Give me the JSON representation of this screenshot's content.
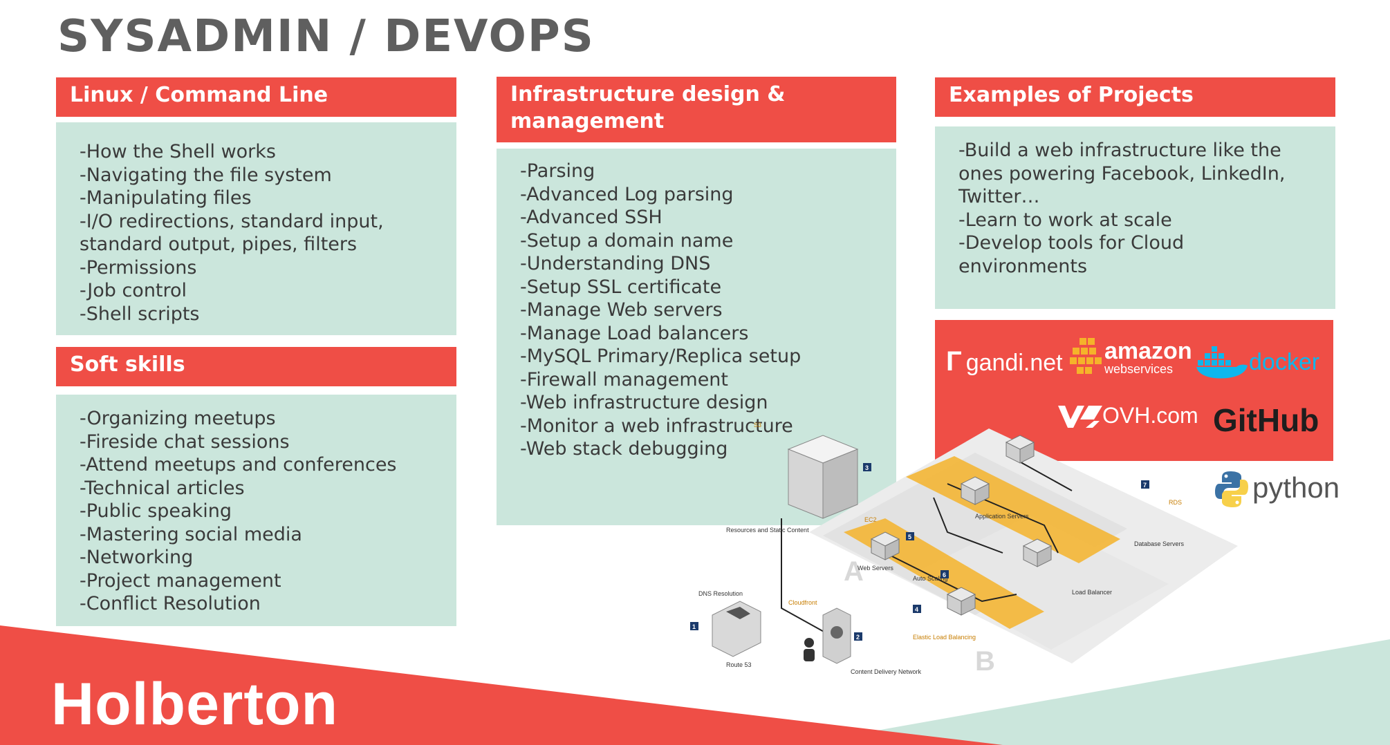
{
  "page": {
    "title": "SYSADMIN / DEVOPS"
  },
  "linux": {
    "header": "Linux / Command Line",
    "items": [
      "-How the Shell works",
      "-Navigating the file system",
      "-Manipulating files",
      "-I/O redirections, standard input,",
      "standard output, pipes, filters",
      "-Permissions",
      "-Job control",
      "-Shell scripts"
    ]
  },
  "soft": {
    "header": "Soft skills",
    "items": [
      "-Organizing meetups",
      "-Fireside chat sessions",
      "-Attend meetups and conferences",
      "-Technical articles",
      "-Public speaking",
      "-Mastering social media",
      "-Networking",
      "-Project management",
      "-Conflict Resolution"
    ]
  },
  "infra": {
    "header_line1": "Infrastructure design &",
    "header_line2": "management",
    "items": [
      "-Parsing",
      "-Advanced Log parsing",
      "-Advanced SSH",
      "-Setup a domain name",
      "-Understanding DNS",
      "-Setup SSL certificate",
      "-Manage Web servers",
      "-Manage Load balancers",
      "-MySQL Primary/Replica setup",
      "-Firewall management",
      "-Web infrastructure design",
      "-Monitor a web infrastructure",
      "-Web stack debugging"
    ]
  },
  "examples": {
    "header": "Examples of Projects",
    "items": [
      "-Build a web infrastructure like the",
      "ones powering Facebook, LinkedIn,",
      "Twitter…",
      "-Learn to work at scale",
      "-Develop tools for Cloud",
      "environments"
    ]
  },
  "logos": {
    "gandi": "gandi.net",
    "amazon_top": "amazon",
    "amazon_bottom": "webservices",
    "docker": "docker",
    "ovh": "OVH.com",
    "github": "GitHub",
    "python": "python"
  },
  "brand": {
    "name": "Holberton"
  },
  "colors": {
    "accent": "#ef4e46",
    "panel": "#cbe6dc",
    "title": "#5f5f5f",
    "diagram_highlight": "#f5b32a"
  },
  "diagram": {
    "labels": {
      "dns_resolution": "DNS Resolution",
      "route53": "Route 53",
      "cloudfront": "Cloudfront",
      "cdn": "Content Delivery Network",
      "resources": "Resources and Static Content",
      "s3": "S3",
      "web_servers": "Web Servers",
      "app_servers": "Application Servers",
      "elb": "Elastic Load Balancing",
      "load_balancer": "Load Balancer",
      "auto_scaling": "Auto Scaling",
      "ec2": "EC2",
      "db_servers": "Database Servers",
      "rds": "RDS",
      "zone_a": "A",
      "zone_b": "B",
      "n1": "1",
      "n2": "2",
      "n3": "3",
      "n4": "4",
      "n5": "5",
      "n6": "6",
      "n7": "7"
    }
  }
}
